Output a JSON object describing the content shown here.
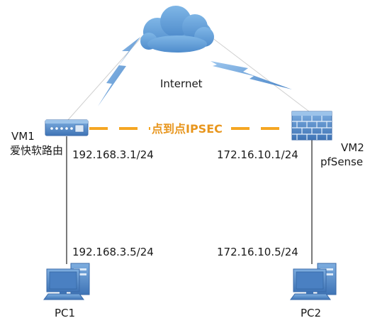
{
  "cloud": {
    "label": "Internet"
  },
  "tunnel": {
    "label": "点到点IPSEC",
    "color": "#f5a623"
  },
  "vm1": {
    "name": "VM1",
    "desc": "爱快软路由",
    "ip": "192.168.3.1/24",
    "icon": "router-icon"
  },
  "vm2": {
    "name": "VM2",
    "desc": "pfSense",
    "ip": "172.16.10.1/24",
    "icon": "firewall-icon"
  },
  "pc1": {
    "name": "PC1",
    "ip": "192.168.3.5/24",
    "icon": "computer-icon"
  },
  "pc2": {
    "name": "PC2",
    "ip": "172.16.10.5/24",
    "icon": "computer-icon"
  },
  "colors": {
    "cloud": "#5b9bd5",
    "device": "#4f86c6",
    "lightning": "#5b9bd5",
    "line": "#222222"
  }
}
